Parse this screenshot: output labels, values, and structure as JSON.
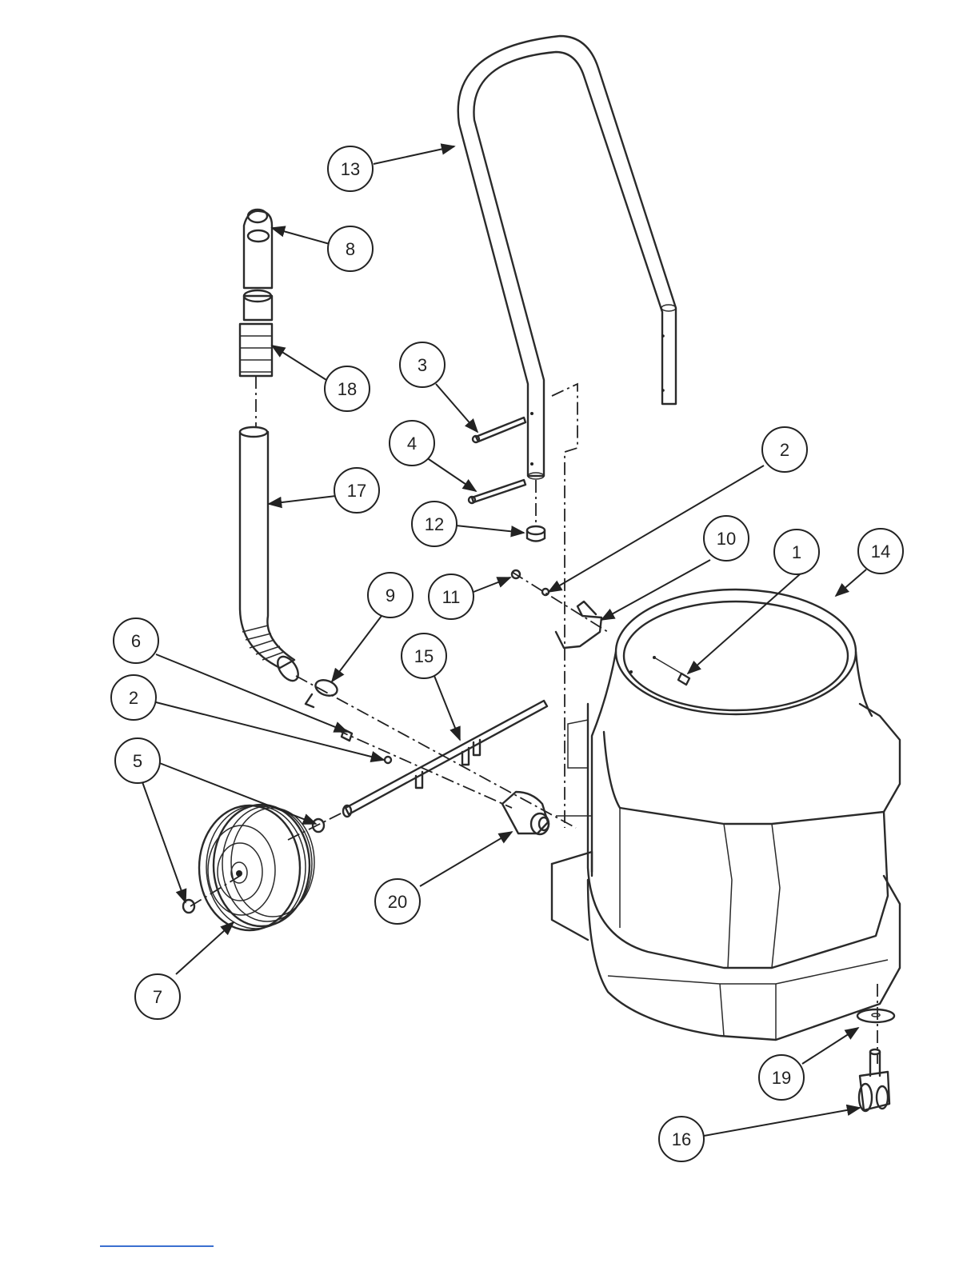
{
  "callouts": [
    {
      "label": "13"
    },
    {
      "label": "8"
    },
    {
      "label": "18"
    },
    {
      "label": "3"
    },
    {
      "label": "4"
    },
    {
      "label": "17"
    },
    {
      "label": "12"
    },
    {
      "label": "2"
    },
    {
      "label": "10"
    },
    {
      "label": "1"
    },
    {
      "label": "14"
    },
    {
      "label": "9"
    },
    {
      "label": "11"
    },
    {
      "label": "6"
    },
    {
      "label": "15"
    },
    {
      "label": "2"
    },
    {
      "label": "5"
    },
    {
      "label": "20"
    },
    {
      "label": "7"
    },
    {
      "label": "19"
    },
    {
      "label": "16"
    }
  ]
}
